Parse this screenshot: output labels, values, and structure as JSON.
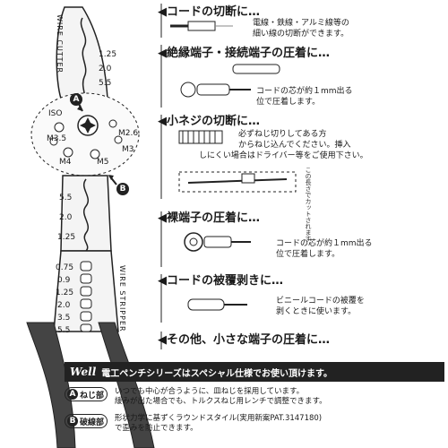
{
  "tool": {
    "cutter_label": "WIRE CUTTER",
    "stripper_label": "WIRE STRIPPER",
    "cutter_sizes": [
      "1.25",
      "2.0",
      "5.5"
    ],
    "screw_marks": [
      "ISO",
      "M3.5",
      "M2.6",
      "M3",
      "M4",
      "M5"
    ],
    "crimp_sizes": [
      "5.5",
      "2.0",
      "1.25"
    ],
    "strip_sizes": [
      "0.75",
      "0.9",
      "1.25",
      "2.0",
      "3.5",
      "5.5"
    ],
    "callout_a": "A",
    "callout_b": "B"
  },
  "sections": {
    "s1": {
      "title": "◀コードの切断に…",
      "desc": [
        "電線・鉄線・アルミ線等の",
        "細い線の切断ができます。"
      ]
    },
    "s2": {
      "title": "◀絶縁端子・接続端子の圧着に…",
      "desc": [
        "コードの芯が約１mm出る",
        "位で圧着します。"
      ]
    },
    "s3": {
      "title": "◀小ネジの切断に…",
      "desc": [
        "必ずねじ切りしてある方",
        "からねじ込んでください。挿入",
        "しにくい場合はドライバー等をご使用下さい。"
      ],
      "note": "この長さでカットされます。"
    },
    "s4": {
      "title": "◀裸端子の圧着に…",
      "desc": [
        "コードの芯が約１mm出る",
        "位で圧着します。"
      ]
    },
    "s5": {
      "title": "◀コードの被覆剥きに…",
      "desc": [
        "ビニールコードの被覆を",
        "剥くときに使います。"
      ]
    },
    "s6": {
      "title": "◀その他、小さな端子の圧着に…"
    }
  },
  "footer": {
    "brand": "Well",
    "headline": "電工ペンチシリーズはスペシャル仕様でお使い頂けます。",
    "legend": [
      {
        "letter": "A",
        "name": "ねじ部",
        "text": [
          "いつでも中心が合うように、皿ねじを採用しています。",
          "緩みが出た場合でも、トルクスねじ用レンチで調整できます。"
        ]
      },
      {
        "letter": "B",
        "name": "破線部",
        "text": [
          "形状力学に基ずくラウンドスタイル(実用新案PAT.3147180)",
          "で歪みを防止できます。"
        ]
      }
    ]
  },
  "colors": {
    "ink": "#1a1a1a",
    "footer_bg": "#222222"
  }
}
